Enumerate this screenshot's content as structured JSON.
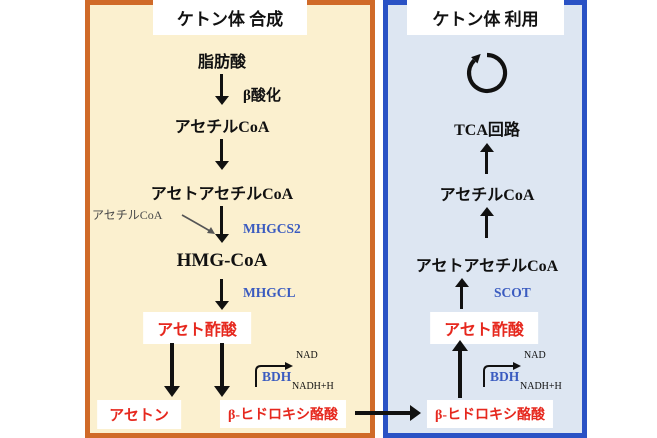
{
  "left": {
    "title": "ケトン体 合成",
    "fatty_acid": "脂肪酸",
    "beta_oxidation": "β酸化",
    "acetyl_coa": "アセチルCoA",
    "acetoacetyl_coa": "アセトアセチルCoA",
    "acetyl_coa_side": "アセチルCoA",
    "hmg_coa": "HMG-CoA",
    "acetoacetate": "アセト酢酸",
    "acetone": "アセトン",
    "bhb": "β-ヒドロキシ酪酸",
    "enzymes": {
      "mhgcs2": "MHGCS2",
      "mhgcl": "MHGCL",
      "bdh": "BDH"
    },
    "cofactors": {
      "nad": "NAD",
      "nadh": "NADH+H"
    }
  },
  "right": {
    "title": "ケトン体 利用",
    "tca_cycle": "TCA回路",
    "acetyl_coa": "アセチルCoA",
    "acetoacetyl_coa": "アセトアセチルCoA",
    "acetoacetate": "アセト酢酸",
    "bhb": "β-ヒドロキシ酪酸",
    "enzymes": {
      "scot": "SCOT",
      "bdh": "BDH"
    },
    "cofactors": {
      "nad": "NAD",
      "nadh": "NADH+H"
    }
  },
  "icons": {
    "cycle_arrow": "clockwise-circular-arrow"
  },
  "colors": {
    "left_border": "#d06a28",
    "left_bg": "#fbf0cf",
    "right_border": "#2a52c5",
    "right_bg": "#dde6f2",
    "red": "#e6281e",
    "enzyme_blue": "#3a5bc0"
  }
}
